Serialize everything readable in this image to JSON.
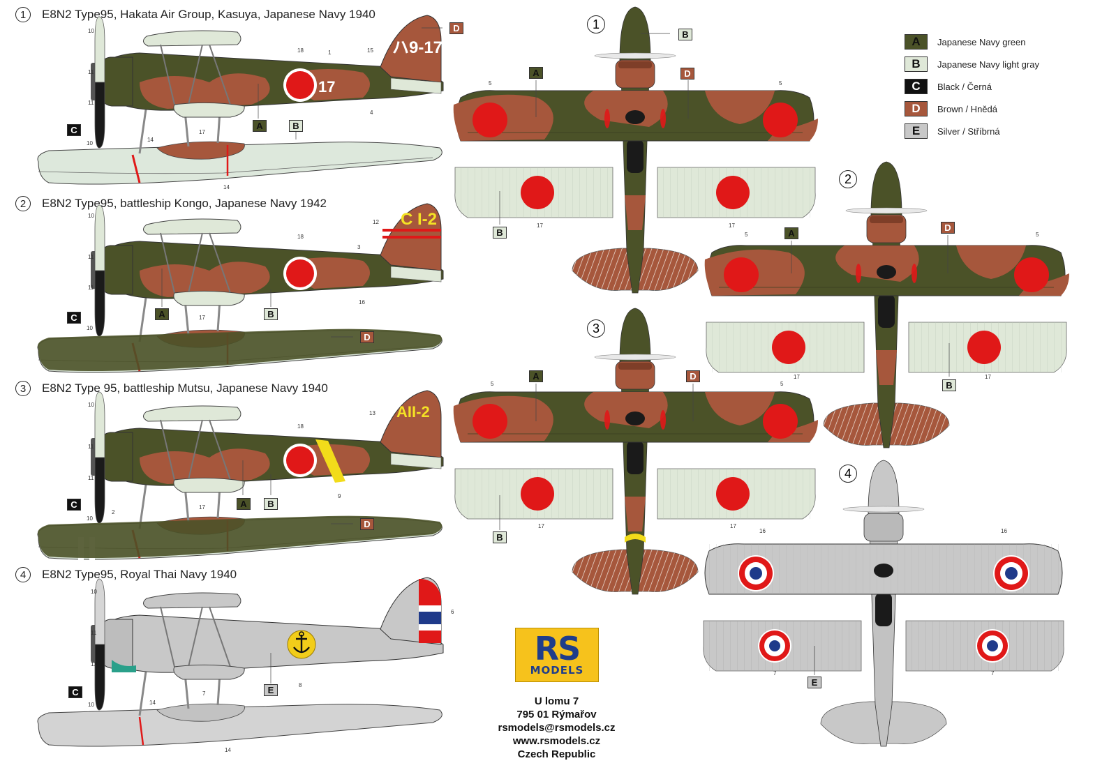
{
  "profiles": [
    {
      "number": "1",
      "caption": "E8N2 Type95, Hakata Air Group, Kasuya, Japanese Navy 1940",
      "tail_code": "ハ9-17",
      "fuselage_code": "17"
    },
    {
      "number": "2",
      "caption": "E8N2 Type95, battleship Kongo, Japanese Navy 1942",
      "tail_code": "C I-2"
    },
    {
      "number": "3",
      "caption": "E8N2 Type 95, battleship Mutsu, Japanese Navy 1940",
      "tail_code": "AII-2"
    },
    {
      "number": "4",
      "caption": "E8N2 Type95, Royal Thai Navy 1940"
    }
  ],
  "topview_numbers": [
    "1",
    "2",
    "3",
    "4"
  ],
  "legend": [
    {
      "letter": "A",
      "label": "Japanese Navy green",
      "color": "#4b5228"
    },
    {
      "letter": "B",
      "label": "Japanese Navy light gray",
      "color": "#dfe8d8"
    },
    {
      "letter": "C",
      "label": "Black / Černá",
      "color": "#111111"
    },
    {
      "letter": "D",
      "label": "Brown / Hnědá",
      "color": "#a6573c"
    },
    {
      "letter": "E",
      "label": "Silver / Stříbrná",
      "color": "#c8c8c8"
    }
  ],
  "tags": {
    "A": "A",
    "B": "B",
    "C": "C",
    "D": "D",
    "E": "E"
  },
  "callouts": {
    "n1": "1",
    "n2": "2",
    "n3": "3",
    "n4": "4",
    "n5": "5",
    "n6": "6",
    "n7": "7",
    "n8": "8",
    "n9": "9",
    "n10": "10",
    "n11": "11",
    "n12": "12",
    "n13": "13",
    "n14": "14",
    "n15": "15",
    "n16": "16",
    "n17": "17",
    "n18": "18"
  },
  "logo": {
    "line1": "RS",
    "line2": "MODELS"
  },
  "address": [
    "U lomu 7",
    "795 01 Rýmařov",
    "rsmodels@rsmodels.cz",
    "www.rsmodels.cz",
    "Czech Republic"
  ],
  "colors": {
    "green": "#4b5228",
    "gray": "#dfe8d8",
    "brown": "#a6573c",
    "silver": "#c8c8c8",
    "red": "#e01818",
    "thai_blue": "#1f3a8a"
  }
}
